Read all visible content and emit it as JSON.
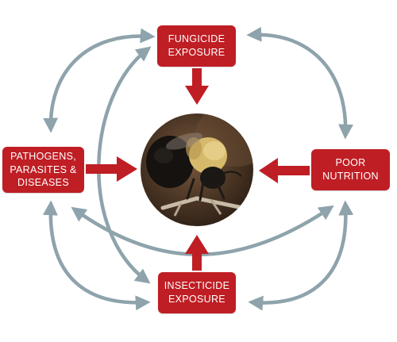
{
  "nodes": {
    "fungicide": "FUNGICIDE\nEXPOSURE",
    "pathogens": "PATHOGENS,\nPARASITES &\nDISEASES",
    "nutrition": "POOR\nNUTRITION",
    "insecticide": "INSECTICIDE\nEXPOSURE"
  },
  "center_image": "bumblebee-photo",
  "colors": {
    "box": "#bf1e24",
    "box_text": "#ffffff",
    "arrow_red": "#bf1e24",
    "arrow_gray": "#8ea3ab",
    "background": "#ffffff"
  }
}
